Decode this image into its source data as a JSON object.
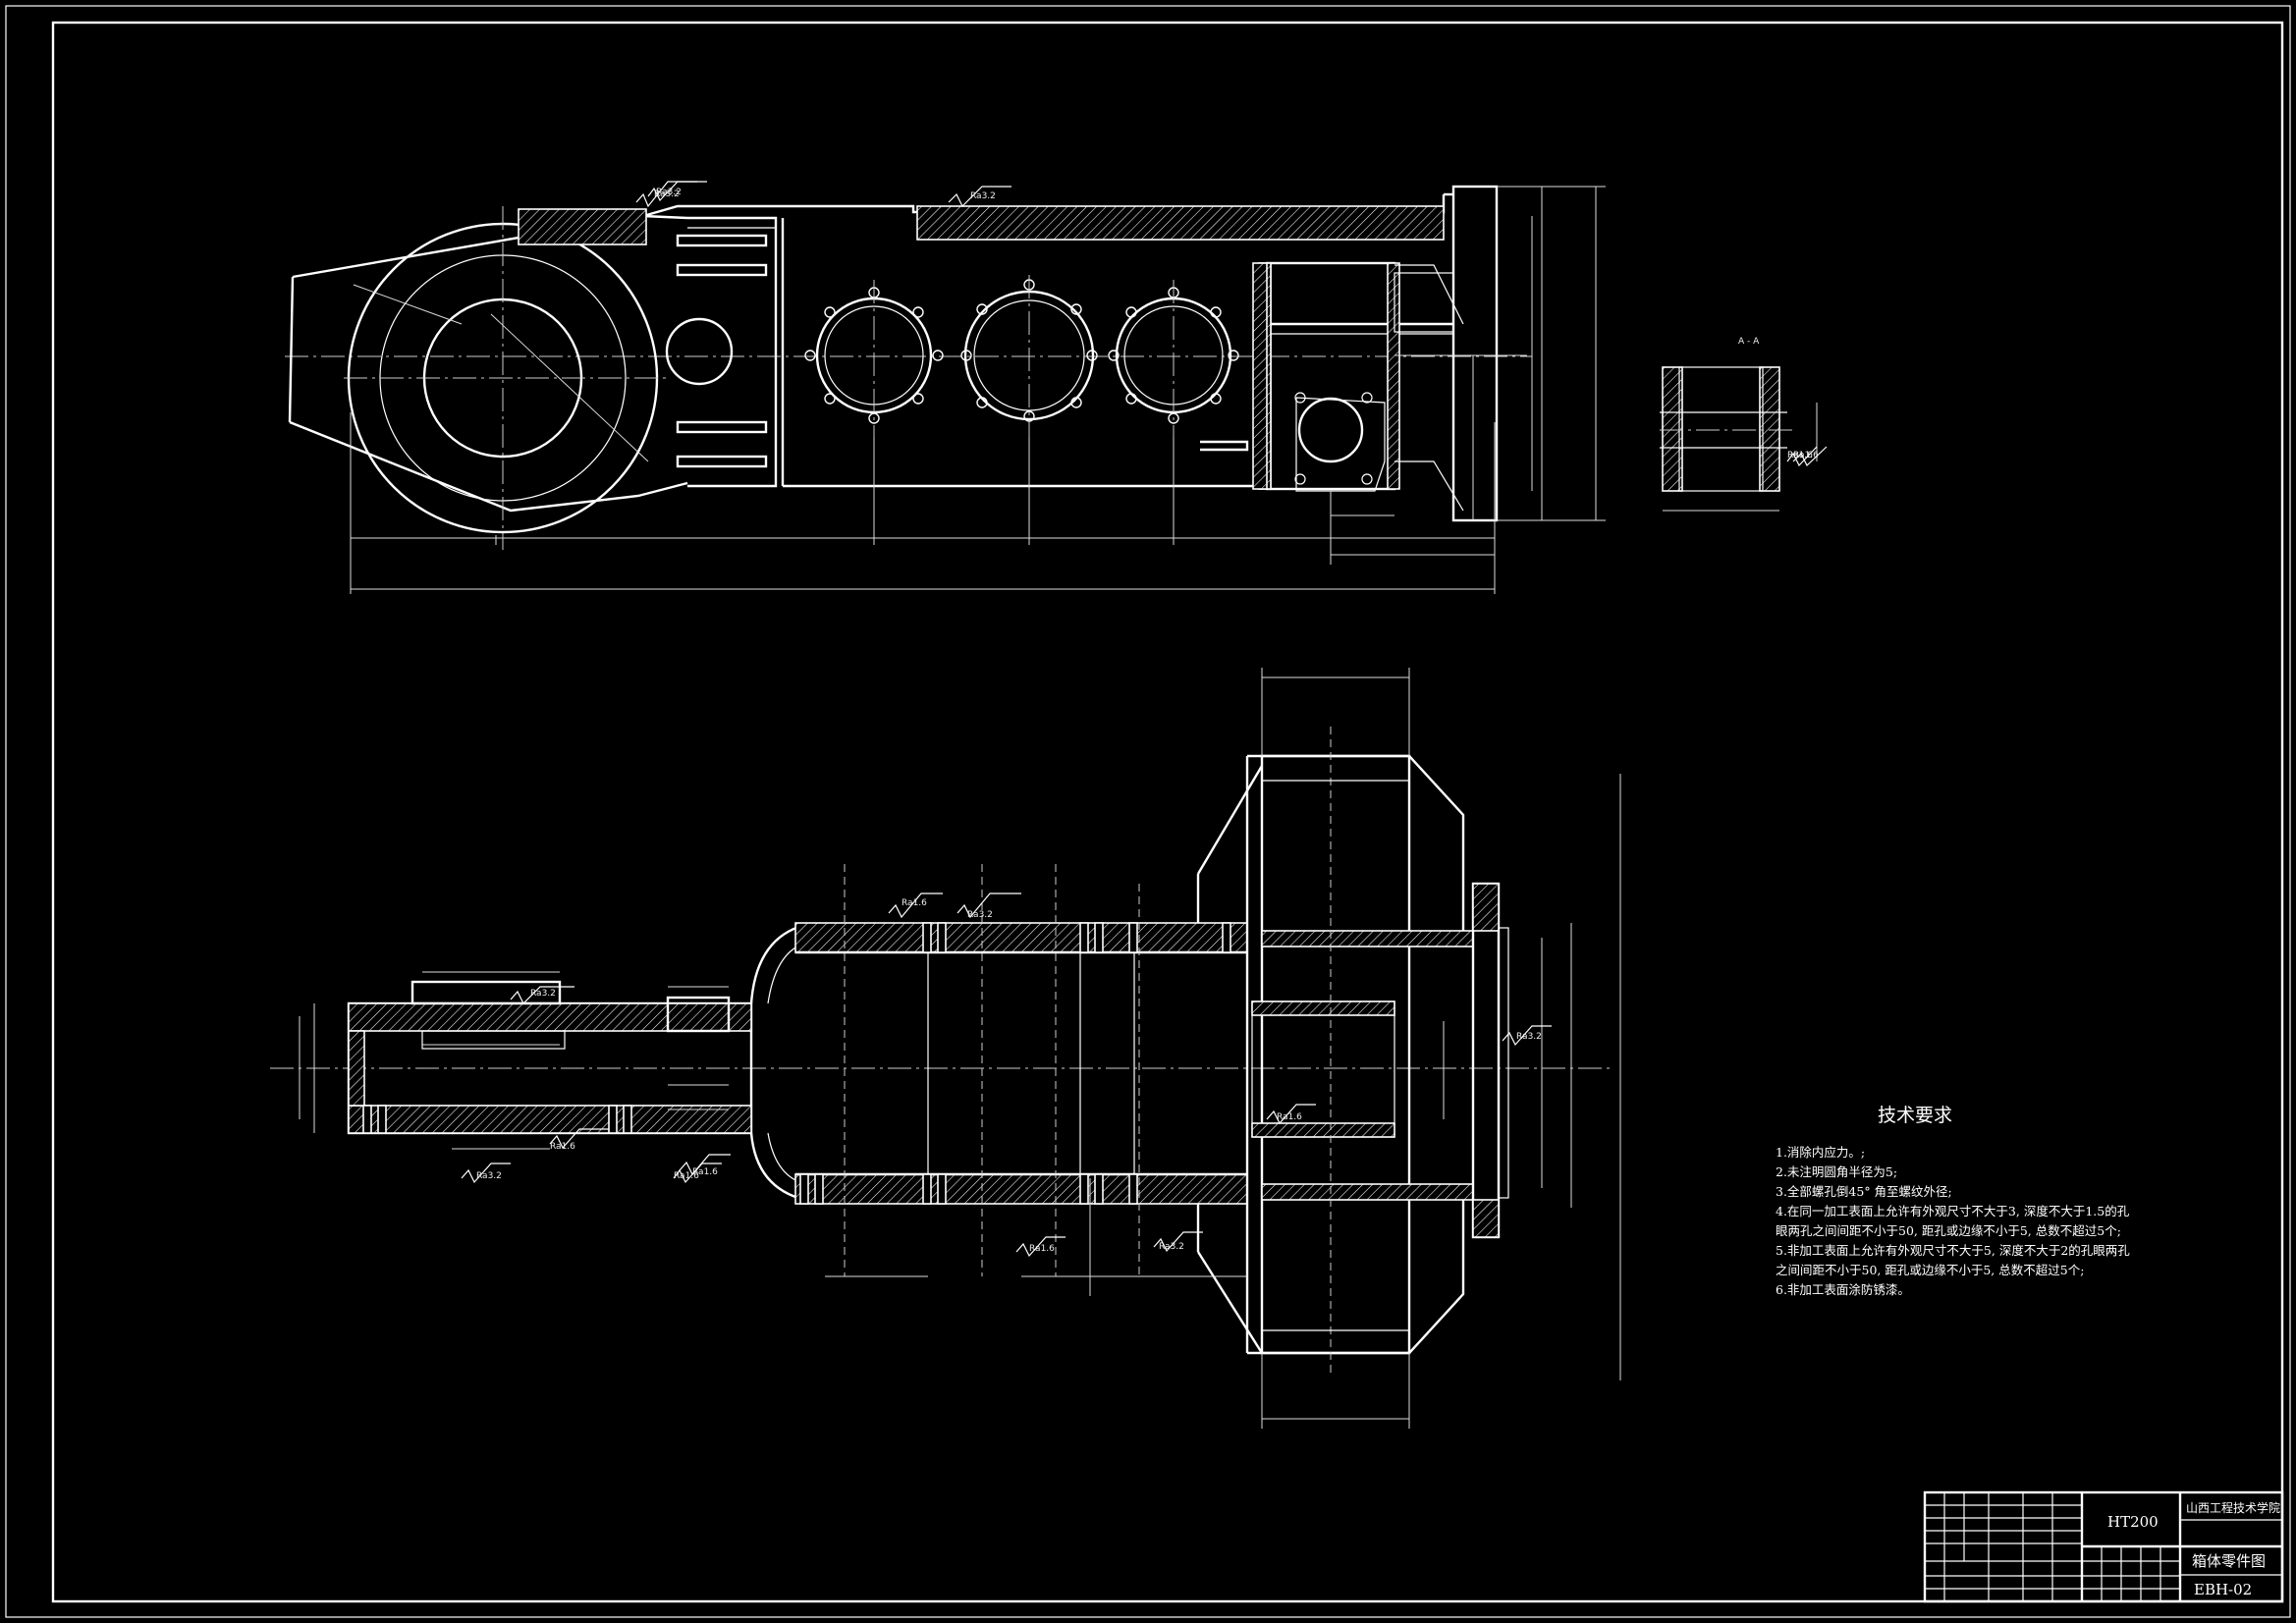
{
  "roughness": {
    "r1": "Ra3.2",
    "r2": "Ra3.2",
    "r3": "Ra1.6",
    "r4": "Ra1.6",
    "r5": "Ra3.2",
    "r6": "Ra3.2",
    "r7": "Ra1.6",
    "r8": "Ra3.2",
    "r9": "Ra1.6",
    "r10": "Ra3.2",
    "r11": "Ra3.2",
    "r12": "Ra1.6",
    "r13": "Ra1.6",
    "r14": "Ra1.6",
    "r15": "Ra1.6",
    "r16": "Ra3.2"
  },
  "section_label": "A - A",
  "tech_requirements": {
    "title": "技术要求",
    "items": [
      "1.消除内应力。;",
      "2.未注明圆角半径为5;",
      "3.全部螺孔倒45° 角至螺纹外径;",
      "4.在同一加工表面上允许有外观尺寸不大于3, 深度不大于1.5的孔",
      "眼两孔之间间距不小于50, 距孔或边缘不小于5, 总数不超过5个;",
      "5.非加工表面上允许有外观尺寸不大于5, 深度不大于2的孔眼两孔",
      "之间间距不小于50, 距孔或边缘不小于5, 总数不超过5个;",
      "6.非加工表面涂防锈漆。"
    ]
  },
  "title_block": {
    "material": "HT200",
    "school": "山西工程技术学院",
    "drawing_name": "箱体零件图",
    "drawing_no": "EBH-02"
  }
}
